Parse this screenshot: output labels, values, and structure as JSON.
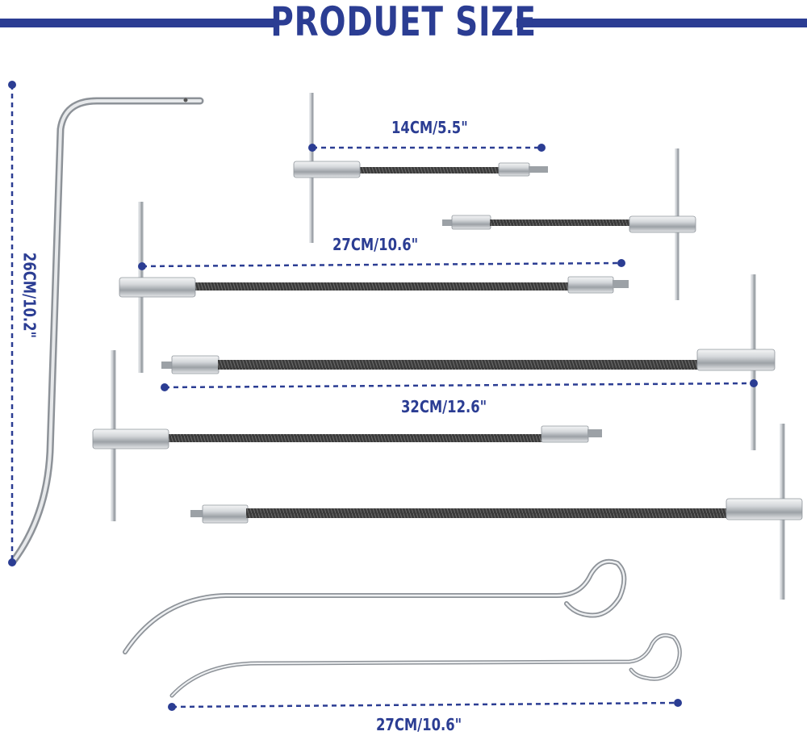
{
  "page": {
    "title": "PRODUET SIZE",
    "accent_color": "#2b3d93",
    "steel_color": "#bfc3c7"
  },
  "dimensions": [
    {
      "id": "short-rod-length",
      "label": "14CM/5.5\""
    },
    {
      "id": "medium-rod-length",
      "label": "27CM/10.6\""
    },
    {
      "id": "long-rod-length",
      "label": "32CM/12.6\""
    },
    {
      "id": "hook-rod-height",
      "label": "26CM/10.2\""
    },
    {
      "id": "loop-rod-length",
      "label": "27CM/10.6\""
    }
  ]
}
